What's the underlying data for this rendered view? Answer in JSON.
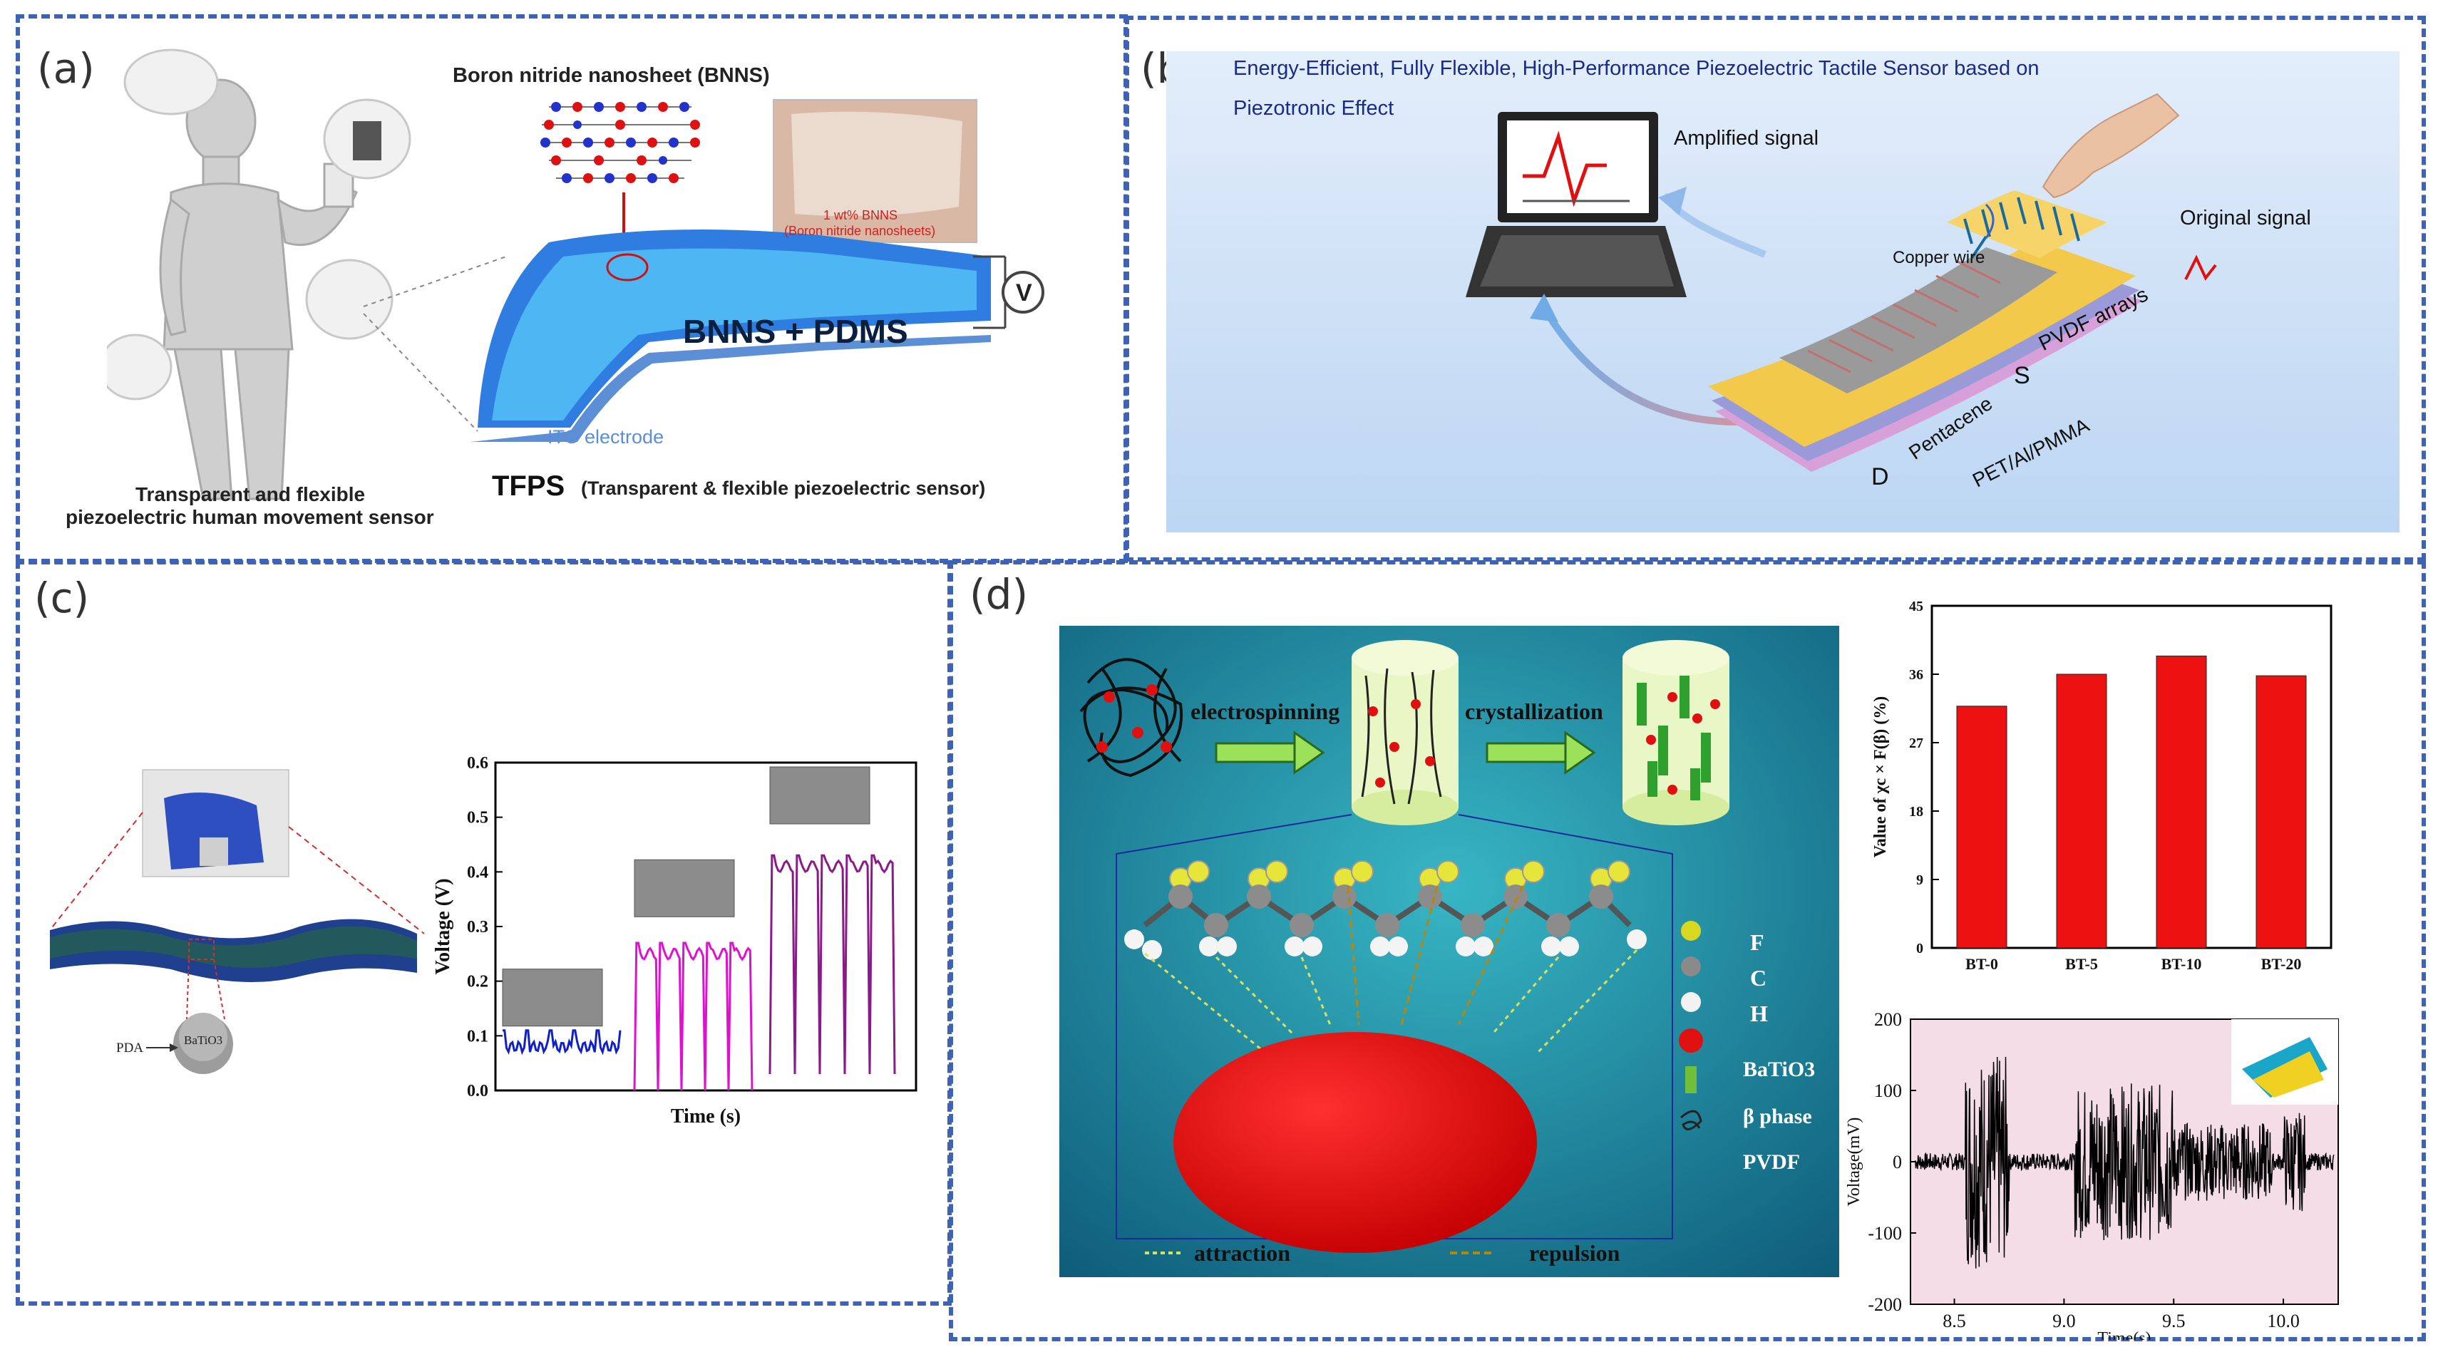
{
  "panels": {
    "a": {
      "label": "(a)",
      "bnns_title": "Boron nitride nanosheet (BNNS)",
      "photo_caption_1": "1 wt% BNNS",
      "photo_caption_2": "(Boron nitride nanosheets)",
      "film_label": "BNNS + PDMS",
      "meter_symbol": "V",
      "electrode_label": "ITO electrode",
      "human_caption_1": "Transparent and flexible",
      "human_caption_2": "piezoelectric human movement sensor",
      "tfps_title": "TFPS",
      "tfps_subtitle": "(Transparent & flexible piezoelectric sensor)"
    },
    "b": {
      "label": "(b)",
      "title_line1": "Energy-Efficient, Fully Flexible, High-Performance Piezoelectric Tactile Sensor based on",
      "title_line2": "Piezotronic Effect",
      "amplified": "Amplified signal",
      "original": "Original signal",
      "copper": "Copper wire",
      "pentacene": "Pentacene",
      "pvdf": "PVDF arrays",
      "substrate": "PET/Al/PMMA",
      "drain": "D",
      "source": "S"
    },
    "c": {
      "label": "(c)",
      "pda": "PDA",
      "batio3": "BaTiO3"
    },
    "d": {
      "label": "(d)",
      "electrospinning": "electrospinning",
      "crystallization": "crystallization",
      "legend": [
        {
          "symbol": "F",
          "color": "#d8d820"
        },
        {
          "symbol": "C",
          "color": "#8a8a8a"
        },
        {
          "symbol": "H",
          "color": "#f2f2f2"
        },
        {
          "symbol": "BaTiO3",
          "color": "#e01010"
        },
        {
          "symbol": "β phase",
          "color": "#6fbf3a"
        },
        {
          "symbol": "PVDF",
          "color": "#333333"
        }
      ],
      "attraction": "attraction",
      "repulsion": "repulsion"
    }
  },
  "chart_data": [
    {
      "type": "line",
      "panel": "c",
      "xlabel": "Time (s)",
      "ylabel": "Voltage (V)",
      "ylim": [
        0.0,
        0.6
      ],
      "yticks": [
        "0.0",
        "0.1",
        "0.2",
        "0.3",
        "0.4",
        "0.5",
        "0.6"
      ],
      "series": [
        {
          "color": "#1020c8",
          "baseline": 0.08,
          "peak": 0.1
        },
        {
          "color": "#e010d0",
          "baseline": 0.25,
          "peak": 0.27,
          "min": 0.0
        },
        {
          "color": "#8a1a8a",
          "baseline": 0.41,
          "peak": 0.43,
          "min": 0.03
        }
      ]
    },
    {
      "type": "bar",
      "panel": "d",
      "categories": [
        "BT-0",
        "BT-5",
        "BT-10",
        "BT-20"
      ],
      "values": [
        31.8,
        36.0,
        38.4,
        35.8
      ],
      "ylabel": "Value of χc × F(β) (%)",
      "ylim": [
        0,
        45
      ],
      "yticks": [
        "0",
        "9",
        "18",
        "27",
        "36",
        "45"
      ],
      "bar_color": "#ee1111"
    },
    {
      "type": "line",
      "panel": "d",
      "xlabel": "Time(s)",
      "ylabel": "Voltage(mV)",
      "xlim": [
        8.3,
        10.25
      ],
      "ylim": [
        -200,
        200
      ],
      "xticks": [
        "8.5",
        "9.0",
        "9.5",
        "10.0"
      ],
      "yticks": [
        "200",
        "100",
        "0",
        "-100",
        "-200"
      ],
      "background": "#f5dde8",
      "series_color": "#000000"
    }
  ]
}
